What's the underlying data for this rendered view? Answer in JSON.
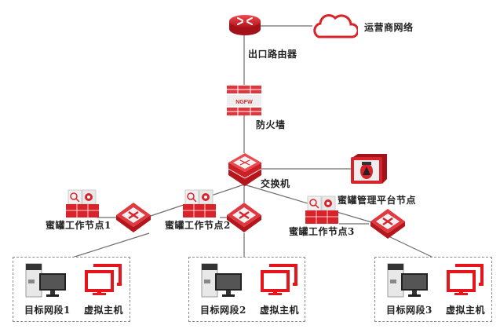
{
  "diagram": {
    "type": "network-topology",
    "colors": {
      "accent": "#d9232a",
      "line": "#6e6e6e",
      "zone_border": "#8a8a8a",
      "text": "#222222"
    },
    "nodes": {
      "isp": {
        "label": "运营商网络",
        "icon": "cloud-icon"
      },
      "router": {
        "label": "出口路由器",
        "icon": "router-icon"
      },
      "firewall": {
        "label": "防火墙",
        "icon": "firewall-icon",
        "badge": "NGFW"
      },
      "switch": {
        "label": "交换机",
        "icon": "core-switch-icon"
      },
      "mgmt": {
        "label": "蜜罐管理平台节点",
        "icon": "honeypot-management-icon"
      },
      "workers": [
        {
          "label": "蜜罐工作节点1",
          "icon": "honeypot-server-icon",
          "switch_icon": "access-switch-icon"
        },
        {
          "label": "蜜罐工作节点2",
          "icon": "honeypot-server-icon",
          "switch_icon": "access-switch-icon"
        },
        {
          "label": "蜜罐工作节点3",
          "icon": "honeypot-server-icon",
          "switch_icon": "access-switch-icon"
        }
      ],
      "zones": [
        {
          "segment_label": "目标网段1",
          "vm_label": "虚拟主机"
        },
        {
          "segment_label": "目标网段2",
          "vm_label": "虚拟主机"
        },
        {
          "segment_label": "目标网段3",
          "vm_label": "虚拟主机"
        }
      ]
    },
    "edges": [
      [
        "router",
        "isp"
      ],
      [
        "router",
        "firewall"
      ],
      [
        "firewall",
        "switch"
      ],
      [
        "switch",
        "mgmt"
      ],
      [
        "switch",
        "worker-switch-1"
      ],
      [
        "switch",
        "worker-switch-2"
      ],
      [
        "switch",
        "worker-switch-3"
      ],
      [
        "worker-switch-1",
        "worker-1"
      ],
      [
        "worker-switch-2",
        "worker-2"
      ],
      [
        "worker-switch-3",
        "worker-3"
      ],
      [
        "worker-switch-1",
        "zone-1"
      ],
      [
        "worker-switch-2",
        "zone-2"
      ],
      [
        "worker-switch-3",
        "zone-3"
      ]
    ]
  }
}
